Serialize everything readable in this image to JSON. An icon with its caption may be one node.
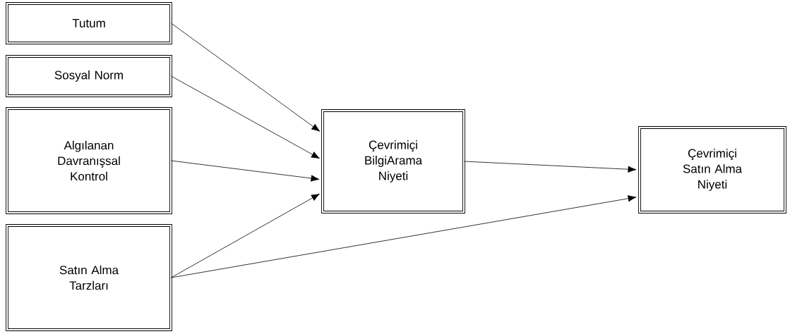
{
  "diagram": {
    "nodes": [
      {
        "text": [
          "Tutum"
        ]
      },
      {
        "text": [
          "Sosyal Norm"
        ]
      },
      {
        "text": [
          "Algılanan Davranışsal Kontrol"
        ]
      },
      {
        "text": [
          "Satın Alma Tarzları"
        ]
      },
      {
        "text": [
          "Çevrimiçi BilgiArama Niyeti"
        ]
      },
      {
        "text": [
          "Çevrimiçi Satın Alma Niyeti"
        ]
      }
    ],
    "edges": [
      {
        "from": 0,
        "to": 4,
        "arrow": "to"
      },
      {
        "from": 1,
        "to": 4,
        "arrow": "to"
      },
      {
        "from": 2,
        "to": 4,
        "arrow": "to"
      },
      {
        "from": 3,
        "to": 4,
        "arrow": "to"
      },
      {
        "from": 4,
        "to": 5,
        "arrow": "to"
      },
      {
        "from": 3,
        "to": 5,
        "arrow": "to"
      }
    ]
  }
}
